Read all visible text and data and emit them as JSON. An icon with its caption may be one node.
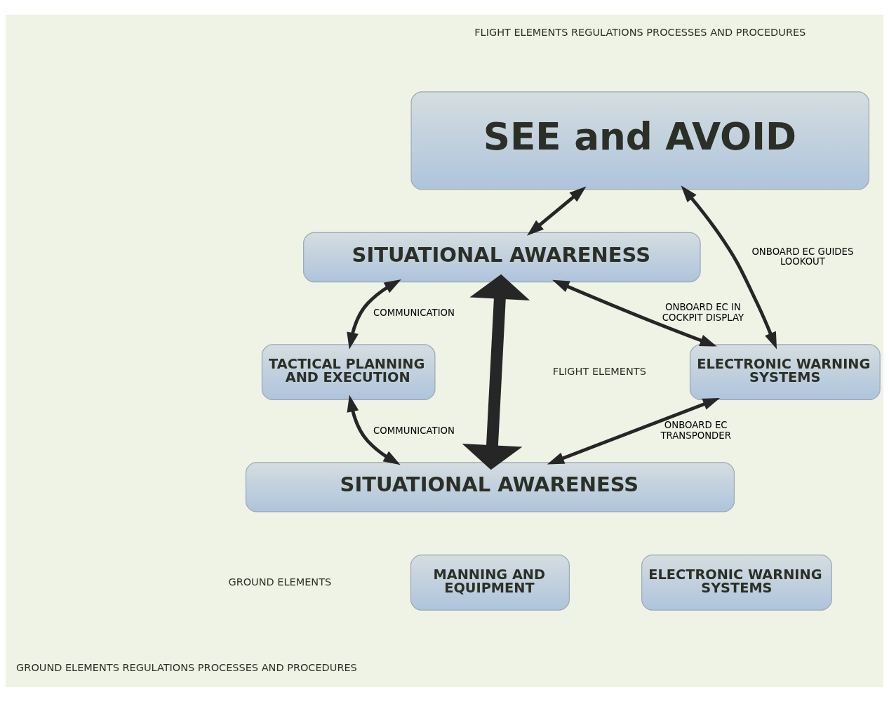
{
  "diagram": {
    "nodes": [
      {
        "text": [
          "SEE and AVOID"
        ]
      },
      {
        "text": [
          "SITUATIONAL AWARENESS"
        ]
      },
      {
        "text": [
          "TACTICAL PLANNING AND EXECUTION"
        ]
      },
      {
        "text": [
          "ELECTRONIC WARNING SYSTEMS"
        ]
      },
      {
        "text": [
          "SITUATIONAL AWARENESS"
        ]
      },
      {
        "text": [
          "MANNING AND EQUIPMENT"
        ]
      },
      {
        "text": [
          "ELECTRONIC WARNING SYSTEMS"
        ]
      }
    ],
    "edges": [
      {
        "from": 0,
        "to": 1,
        "arrow": "both"
      },
      {
        "from": 0,
        "to": 3,
        "arrow": "both",
        "label": "ONBOARD EC GUIDES LOOKOUT"
      },
      {
        "from": 1,
        "to": 2,
        "arrow": "both",
        "label": "COMMUNICATION"
      },
      {
        "from": 1,
        "to": 3,
        "arrow": "both",
        "label": "ONBOARD EC IN COCKPIT DISPLAY"
      },
      {
        "from": 1,
        "to": 4,
        "arrow": "both",
        "style": "thick"
      },
      {
        "from": 2,
        "to": 4,
        "arrow": "both",
        "label": "COMMUNICATION"
      },
      {
        "from": 3,
        "to": 4,
        "arrow": "both",
        "label": "ONBOARD EC TRANSPONDER"
      }
    ],
    "labels": [
      "FLIGHT ELEMENTS REGULATIONS PROCESSES AND PROCEDURES",
      "FLIGHT ELEMENTS",
      "GROUND ELEMENTS",
      "GROUND ELEMENTS REGULATIONS PROCESSES AND PROCEDURES"
    ]
  }
}
